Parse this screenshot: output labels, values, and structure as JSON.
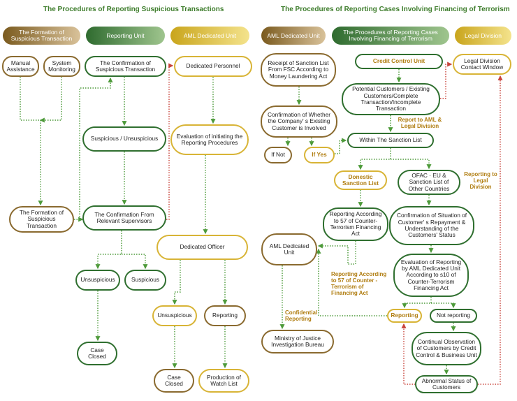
{
  "titles": {
    "left": "The Procedures of Reporting Suspicious Transactions",
    "right": "The Procedures of Reporting Cases Involving Financing of Terrorism"
  },
  "headers": {
    "formation": "The Formation of Suspicious Transaction",
    "reporting_unit": "Reporting Unit",
    "aml_dedicated_unit_left": "AML Dedicated Unit",
    "aml_dedicated_unit_right": "AML Dedicated Unit",
    "procedures_financing": "The Procedures of Reporting Cases Involving Financing of Terrorism",
    "legal_division": "Legal Division"
  },
  "left_nodes": {
    "manual_assistance": "Manual Assistance",
    "system_monitoring": "System Monitoring",
    "confirmation_suspicious": "The Confirmation of Suspicious Transaction",
    "dedicated_personnel": "Dedicated Personnel",
    "suspicious_unsuspicious": "Suspicious / Unsuspicious",
    "evaluation_procedures": "Evaluation of initiating the Reporting Procedures",
    "formation_suspicious": "The Formation of Suspicious Transaction",
    "confirmation_supervisors": "The Confirmation From Relevant Supervisors",
    "dedicated_officer": "Dedicated Officer",
    "unsuspicious_1": "Unsuspicious",
    "suspicious_1": "Suspicious",
    "unsuspicious_2": "Unsuspicious",
    "reporting_1": "Reporting",
    "case_closed_1": "Case Closed",
    "case_closed_2": "Case Closed",
    "production_watch_list": "Production of Watch List"
  },
  "right_nodes": {
    "receipt_sanction": "Receipt of Sanction List From FSC According to Money Laundering Act",
    "credit_control_unit": "Credit Control Unit",
    "legal_contact_window": "Legal Division Contact Window",
    "potential_customers": "Potential Customers / Existing Customers/Complete Transaction/Incomplete Transaction",
    "confirmation_whether": "Confirmation of Whether the Company' s Existing Customer is Involved",
    "within_sanction_list": "Within The Sanction List",
    "if_not": "If Not",
    "if_yes": "If Yes",
    "domestic_sanction": "Donestic Sanction List",
    "ofac_list": "OFAC · EU & Sanction List of Other Countries",
    "reporting_art57": "Reporting According to 57 of Counter-Terrorism Financing Act",
    "confirmation_situation": "Confirmation of Situation of Customer' s Repayment & Understanding of the Customers' Status",
    "aml_dedicated_unit_node": "AML Dedicated Unit",
    "evaluation_reporting": "Evaluation of Reporting by AML Dedicated Unit According to s10 of Counter-Terrorism Financing Act",
    "reporting_2": "Reporting",
    "not_reporting": "Not reporting",
    "continual_observation": "Continual Observation of Customers by Credit Control & Business Unit",
    "ministry_justice": "Ministry of Justice Investigation Bureau",
    "abnormal_status": "Abnormal Status of Customers"
  },
  "notes": {
    "report_aml_legal": "Report to AML & Legal Division",
    "reporting_legal": "Reporting to Legal Division",
    "reporting_art57_note": "Reporting According to 57 of Counter -Terrorism of Financing Act",
    "confidential_reporting": "Confidential Reporting"
  },
  "colors": {
    "green": "#2f6f2f",
    "brown": "#8a6a2f",
    "gold": "#d8b436",
    "note_text": "#b07d10",
    "title_text": "#3e7d2c",
    "connector_green": "#4d9a3a",
    "connector_red": "#c8433a"
  }
}
